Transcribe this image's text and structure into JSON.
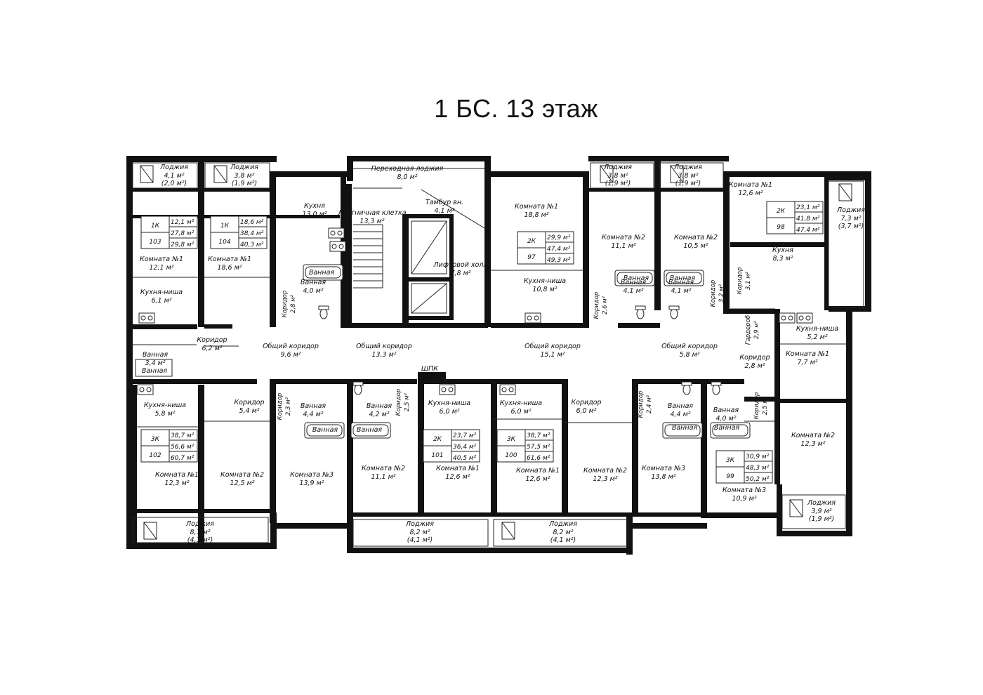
{
  "title": "1 БС. 13 этаж",
  "rooms": [
    {
      "name": "Лоджия",
      "area": "4,1 м²",
      "sub": "(2,0 м²)"
    },
    {
      "name": "Лоджия",
      "area": "3,8 м²",
      "sub": "(1,9 м²)"
    },
    {
      "name": "Кухня",
      "area": "13,0 м²"
    },
    {
      "name": "Переходная лоджия",
      "area": "8,0 м²"
    },
    {
      "name": "Лестничная клетка",
      "area": "13,3 м²"
    },
    {
      "name": "Тамбур вн.",
      "area": "4,1 м²"
    },
    {
      "name": "Лифтовой холл",
      "area": "7,8 м²"
    },
    {
      "name": "Комната №1",
      "area": "18,8 м²"
    },
    {
      "name": "Кухня-ниша",
      "area": "10,8 м²"
    },
    {
      "name": "Лоджия",
      "area": "3,8 м²",
      "sub": "(1,9 м²)"
    },
    {
      "name": "Лоджия",
      "area": "3,8 м²",
      "sub": "(1,9 м²)"
    },
    {
      "name": "Комната №2",
      "area": "11,1 м²"
    },
    {
      "name": "Комната №2",
      "area": "10,5 м²"
    },
    {
      "name": "Комната №1",
      "area": "12,6 м²"
    },
    {
      "name": "Лоджия",
      "area": "7,3 м²",
      "sub": "(3,7 м²)"
    },
    {
      "name": "Кухня",
      "area": "8,3 м²"
    },
    {
      "name": "Комната №1",
      "area": "12,1 м²"
    },
    {
      "name": "Кухня-ниша",
      "area": "6,1 м²"
    },
    {
      "name": "Комната №1",
      "area": "18,6 м²"
    },
    {
      "name": "Коридор",
      "area": "2,8 м²"
    },
    {
      "name": "Ванная",
      "area": "4,0 м²"
    },
    {
      "name": "Коридор",
      "area": "2,6 м²"
    },
    {
      "name": "Ванная",
      "area": "4,1 м²"
    },
    {
      "name": "Ванная",
      "area": "4,1 м²"
    },
    {
      "name": "Коридор",
      "area": "3,2 м²"
    },
    {
      "name": "Коридор",
      "area": "3,1 м²"
    },
    {
      "name": "Ванная",
      "area": "3,4 м²"
    },
    {
      "name": "Коридор",
      "area": "6,2 м²"
    },
    {
      "name": "Общий коридор",
      "area": "9,6 м²"
    },
    {
      "name": "Общий коридор",
      "area": "13,3 м²"
    },
    {
      "name": "Общий коридор",
      "area": "15,1 м²"
    },
    {
      "name": "Общий коридор",
      "area": "5,8 м²"
    },
    {
      "name": "Гардероб",
      "area": "2,9 м²"
    },
    {
      "name": "Кухня-ниша",
      "area": "5,2 м²"
    },
    {
      "name": "Коридор",
      "area": "2,8 м²"
    },
    {
      "name": "Комната №1",
      "area": "7,7 м²"
    },
    {
      "name": "Кухня-ниша",
      "area": "5,8 м²"
    },
    {
      "name": "Коридор",
      "area": "5,4 м²"
    },
    {
      "name": "Коридор",
      "area": "2,3 м²"
    },
    {
      "name": "Ванная",
      "area": "4,4 м²"
    },
    {
      "name": "Ванная",
      "area": "4,2 м²"
    },
    {
      "name": "Коридор",
      "area": "2,5 м²"
    },
    {
      "name": "Кухня-ниша",
      "area": "6,0 м²"
    },
    {
      "name": "Кухня-ниша",
      "area": "6,0 м²"
    },
    {
      "name": "Коридор",
      "area": "6,0 м²"
    },
    {
      "name": "Коридор",
      "area": "2,4 м²"
    },
    {
      "name": "Ванная",
      "area": "4,4 м²"
    },
    {
      "name": "Ванная",
      "area": "4,0 м²"
    },
    {
      "name": "Коридор",
      "area": "2,5 м²"
    },
    {
      "name": "Комната №2",
      "area": "12,3 м²"
    },
    {
      "name": "Комната №1",
      "area": "12,3 м²"
    },
    {
      "name": "Комната №2",
      "area": "12,5 м²"
    },
    {
      "name": "Комната №3",
      "area": "13,9 м²"
    },
    {
      "name": "Комната №2",
      "area": "11,1 м²"
    },
    {
      "name": "Комната №1",
      "area": "12,6 м²"
    },
    {
      "name": "Комната №1",
      "area": "12,6 м²"
    },
    {
      "name": "Комната №2",
      "area": "12,3 м²"
    },
    {
      "name": "Комната №3",
      "area": "13,8 м²"
    },
    {
      "name": "Комната №3",
      "area": "10,9 м²"
    },
    {
      "name": "Лоджия",
      "area": "8,1 м²",
      "sub": "(4,1 м²)"
    },
    {
      "name": "Лоджия",
      "area": "8,2 м²",
      "sub": "(4,1 м²)"
    },
    {
      "name": "Лоджия",
      "area": "8,2 м²",
      "sub": "(4,1 м²)"
    },
    {
      "name": "Лоджия",
      "area": "3,9 м²",
      "sub": "(1,9 м²)"
    }
  ],
  "bath_labels": [
    "Ванная",
    "Ванная",
    "Ванная",
    "Ванная",
    "Ванная",
    "Ванная",
    "Ванная",
    "Ванная",
    "Ванная"
  ],
  "shpk": "ШПК",
  "units": [
    {
      "type": "1К",
      "number": "103",
      "a1": "12,1 м²",
      "a2": "27,8 м²",
      "a3": "29,8 м²"
    },
    {
      "type": "1К",
      "number": "104",
      "a1": "18,6 м²",
      "a2": "38,4 м²",
      "a3": "40,3 м²"
    },
    {
      "type": "2К",
      "number": "97",
      "a1": "29,9 м²",
      "a2": "47,4 м²",
      "a3": "49,3 м²"
    },
    {
      "type": "2К",
      "number": "98",
      "a1": "23,1 м²",
      "a2": "41,8 м²",
      "a3": "47,4 м²"
    },
    {
      "type": "3К",
      "number": "102",
      "a1": "38,7 м²",
      "a2": "56,6 м²",
      "a3": "60,7 м²"
    },
    {
      "type": "2К",
      "number": "101",
      "a1": "23,7 м²",
      "a2": "36,4 м²",
      "a3": "40,5 м²"
    },
    {
      "type": "3К",
      "number": "100",
      "a1": "38,7 м²",
      "a2": "57,5 м²",
      "a3": "61,6 м²"
    },
    {
      "type": "3К",
      "number": "99",
      "a1": "30,9 м²",
      "a2": "48,3 м²",
      "a3": "50,2 м²"
    }
  ]
}
